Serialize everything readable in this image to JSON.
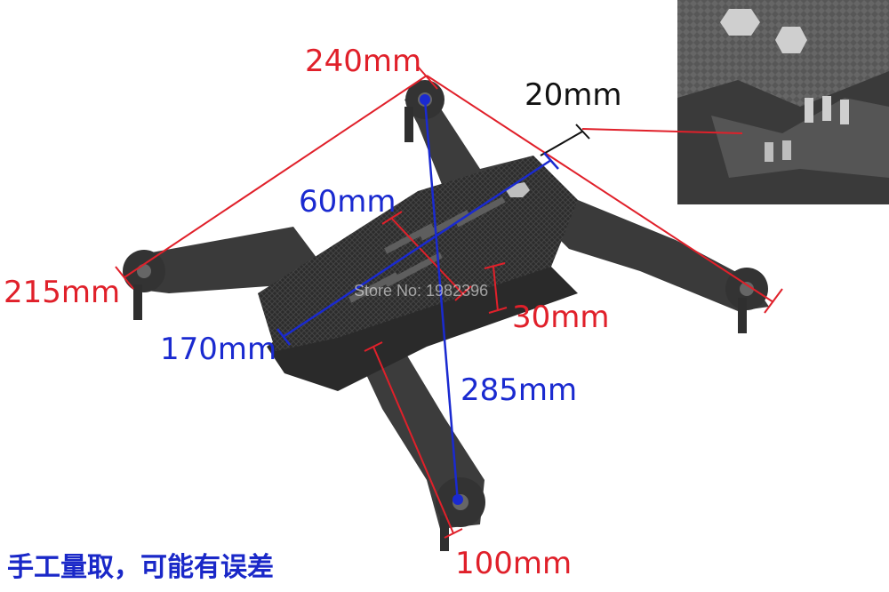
{
  "labels": {
    "diag_240": "240mm",
    "arm_20": "20mm",
    "plate_60": "60mm",
    "side_215": "215mm",
    "height_30": "30mm",
    "length_170": "170mm",
    "diag_285": "285mm",
    "arm_100": "100mm"
  },
  "watermark": "Store No: 1982396",
  "footnote": "手工量取，可能有误差",
  "colors": {
    "red": "#e0202a",
    "blue": "#1a2ad0",
    "frame": "#3a3a3a",
    "carbon": "#2b2b2b"
  }
}
